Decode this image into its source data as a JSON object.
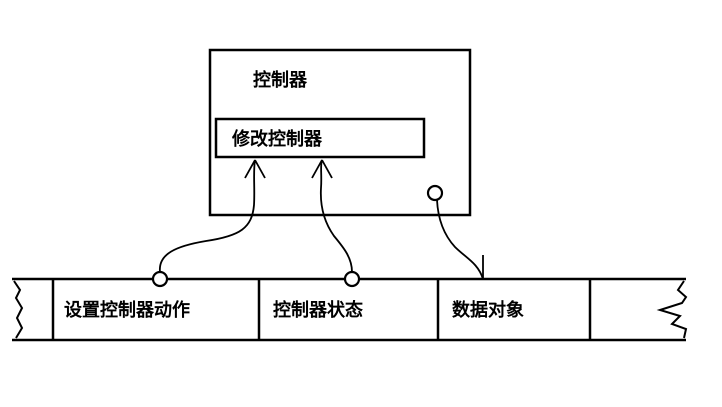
{
  "controller": {
    "title": "控制器",
    "modify_box": "修改控制器"
  },
  "strip": {
    "cells": [
      "设置控制器动作",
      "控制器状态",
      "数据对象"
    ]
  },
  "colors": {
    "ink": "#000000",
    "background": "#ffffff"
  }
}
